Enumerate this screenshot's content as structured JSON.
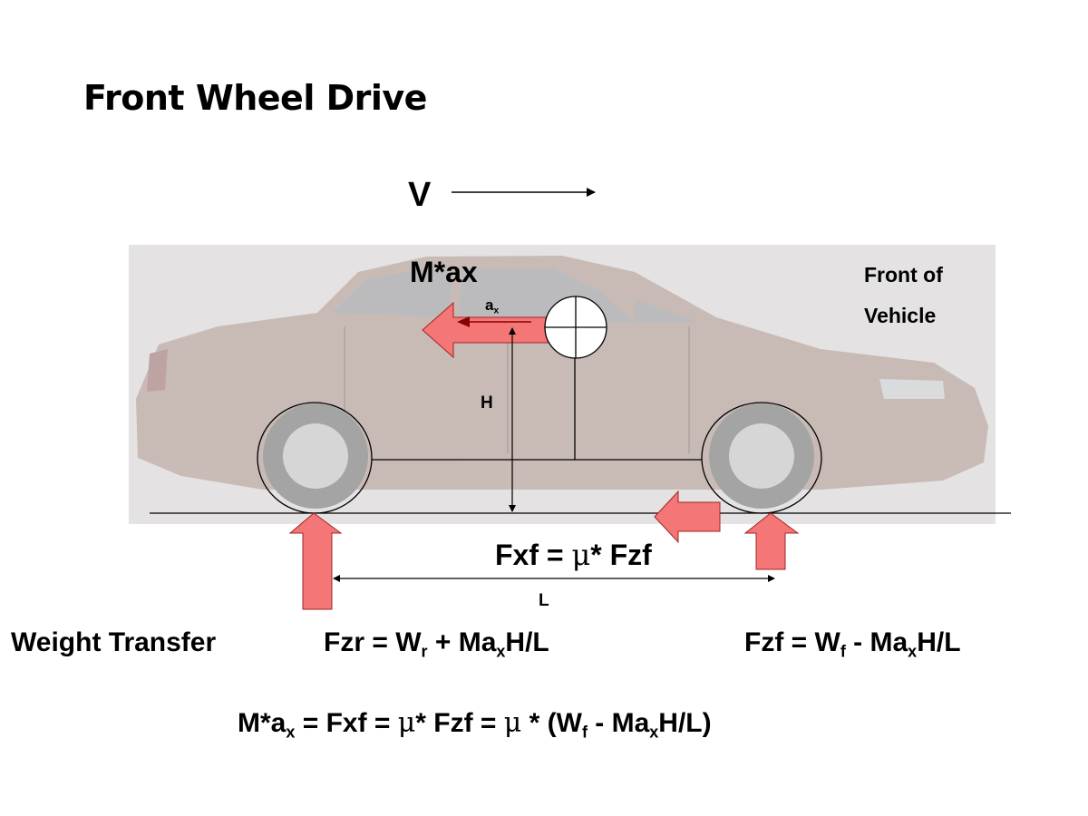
{
  "title": "Front Wheel Drive",
  "colors": {
    "arrow_fill": "#f47676",
    "arrow_dark": "#c83232",
    "panel": "#e4e2e2",
    "car_body": "#b39c90"
  },
  "velocity": {
    "label": "V"
  },
  "inertia": {
    "label": "M*ax",
    "sub_label": "a",
    "sub_index": "x"
  },
  "front_label": {
    "line1": "Front of",
    "line2": "Vehicle"
  },
  "height_label": "H",
  "length_label": "L",
  "front_force": {
    "lhs": "Fxf = ",
    "mu": "μ",
    "star": "* ",
    "rhs": "Fzf"
  },
  "weight_transfer": {
    "label": "Weight Transfer",
    "rear": {
      "a": "Fzr = W",
      "a_sub": "r",
      "b": " + Ma",
      "b_sub": "x",
      "c": "H/L"
    },
    "front": {
      "a": "Fzf = W",
      "a_sub": "f",
      "b": " - Ma",
      "b_sub": "x",
      "c": "H/L"
    }
  },
  "bottom_equation": {
    "p1": "M*a",
    "p1_sub": "x",
    "p2": " = Fxf = ",
    "mu1": "μ",
    "p3": "* Fzf = ",
    "mu2": "μ",
    "p4": " * (W",
    "p4_sub": "f",
    "p5": " - Ma",
    "p5_sub": "x",
    "p6": "H/L)"
  }
}
